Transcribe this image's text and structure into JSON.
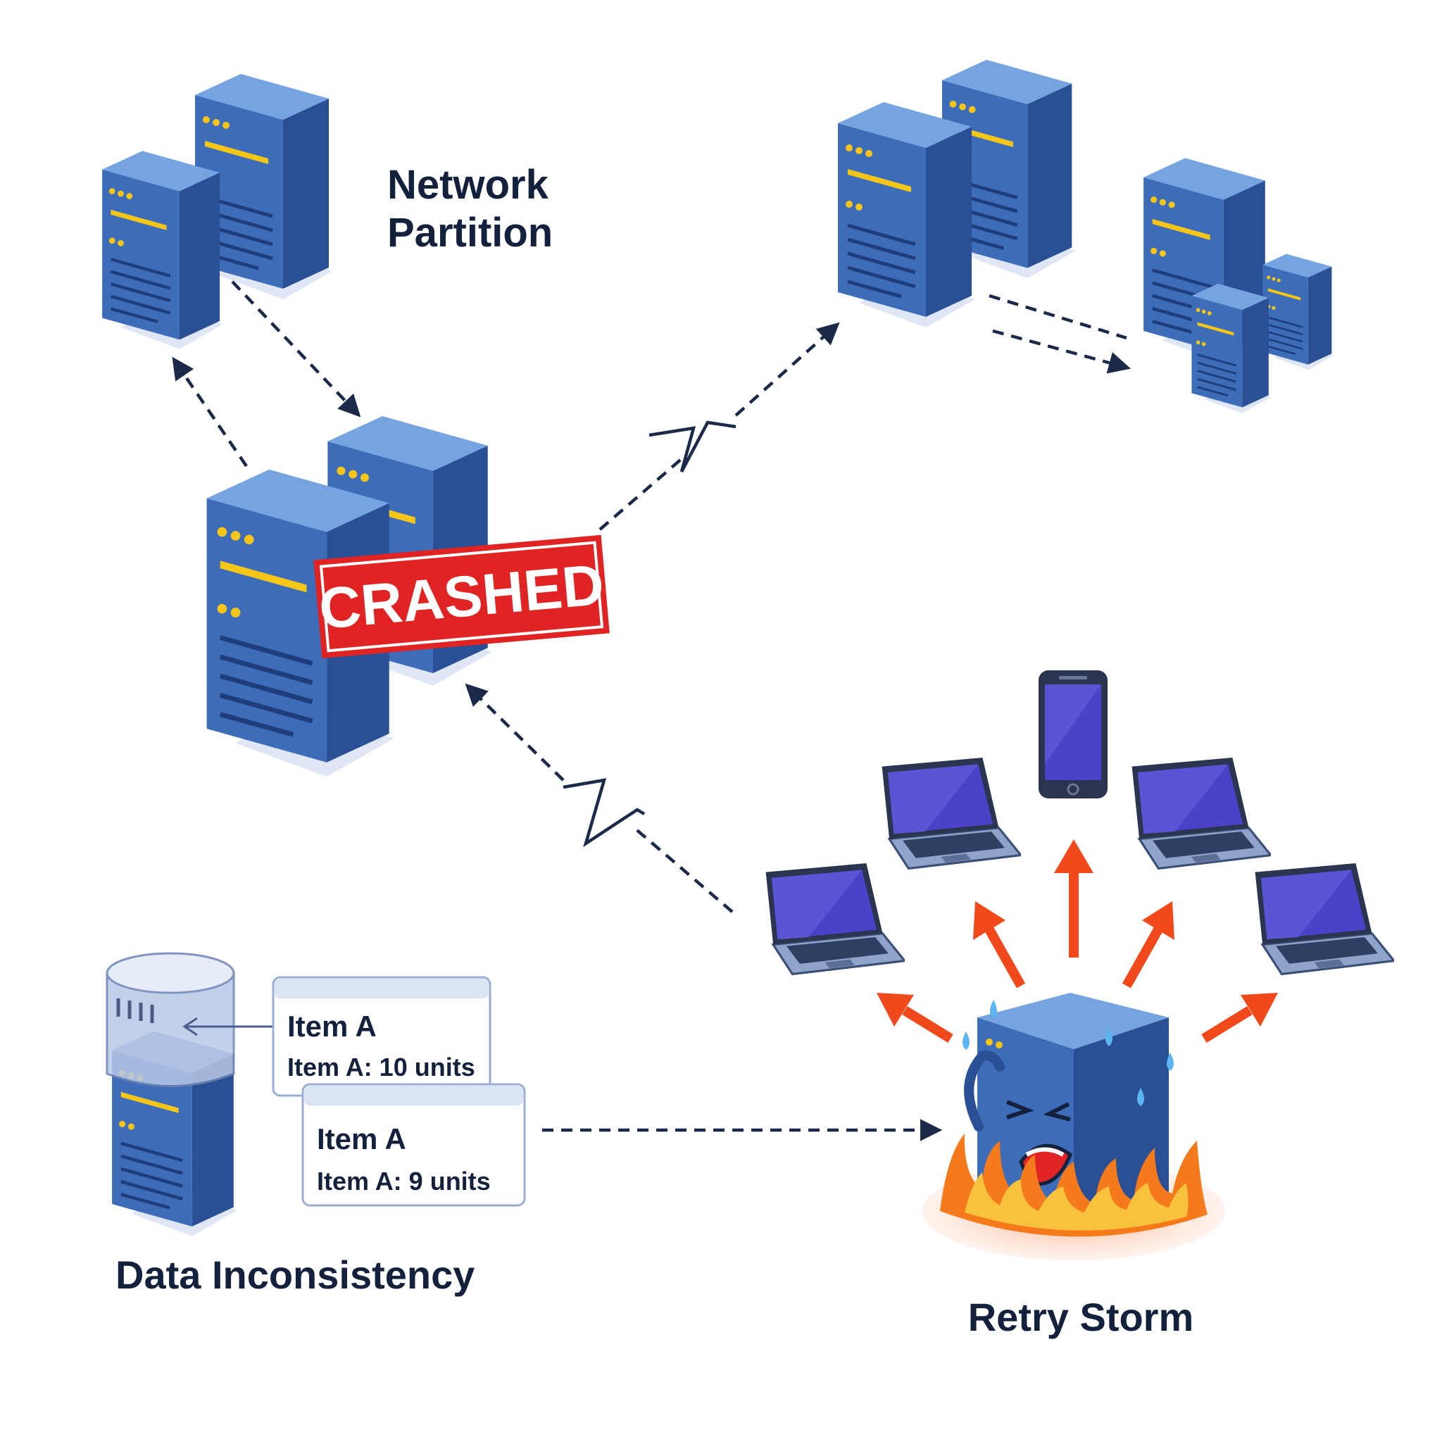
{
  "labels": {
    "network_partition_line1": "Network",
    "network_partition_line2": "Partition",
    "crashed": "CRASHED",
    "data_inconsistency": "Data Inconsistency",
    "retry_storm": "Retry Storm"
  },
  "records": [
    {
      "title": "Item A",
      "detail": "Item A: 10 units"
    },
    {
      "title": "Item A",
      "detail": "Item A: 9 units"
    }
  ],
  "colors": {
    "server_front": "#3d6cb9",
    "server_side": "#2a4f94",
    "server_top": "#76a4e0",
    "led": "#f5c518",
    "crash_red": "#e02424",
    "arrow_dark": "#1c2a4a",
    "storm_arrow": "#f04a1c",
    "label_text": "#14213d"
  },
  "icons": [
    "server-icon",
    "crashed-server-icon",
    "database-icon",
    "laptop-icon",
    "smartphone-icon",
    "distressed-server-icon",
    "fire-icon",
    "lightning-break-icon"
  ]
}
